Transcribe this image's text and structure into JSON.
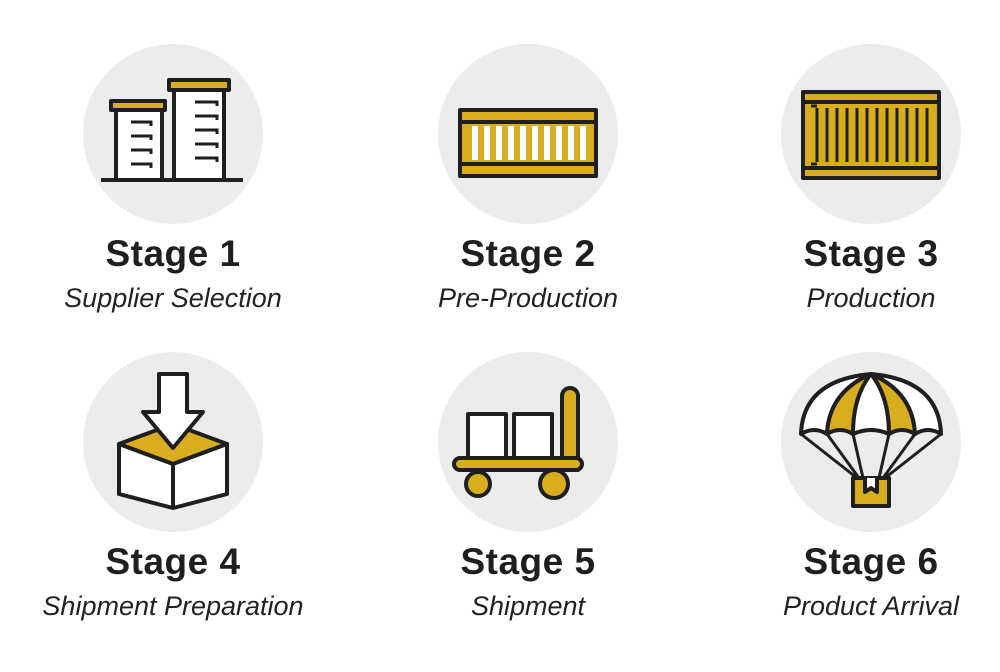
{
  "colors": {
    "gold": "#d8ae1f",
    "circle": "#ececec",
    "ink": "#1f1f1f"
  },
  "stages": [
    {
      "title": "Stage 1",
      "subtitle": "Supplier Selection",
      "icon": "buildings-icon"
    },
    {
      "title": "Stage 2",
      "subtitle": "Pre-Production",
      "icon": "open-container-icon"
    },
    {
      "title": "Stage 3",
      "subtitle": "Production",
      "icon": "shipping-container-icon"
    },
    {
      "title": "Stage 4",
      "subtitle": "Shipment Preparation",
      "icon": "box-arrow-icon"
    },
    {
      "title": "Stage 5",
      "subtitle": "Shipment",
      "icon": "hand-truck-icon"
    },
    {
      "title": "Stage 6",
      "subtitle": "Product Arrival",
      "icon": "parachute-icon"
    }
  ]
}
